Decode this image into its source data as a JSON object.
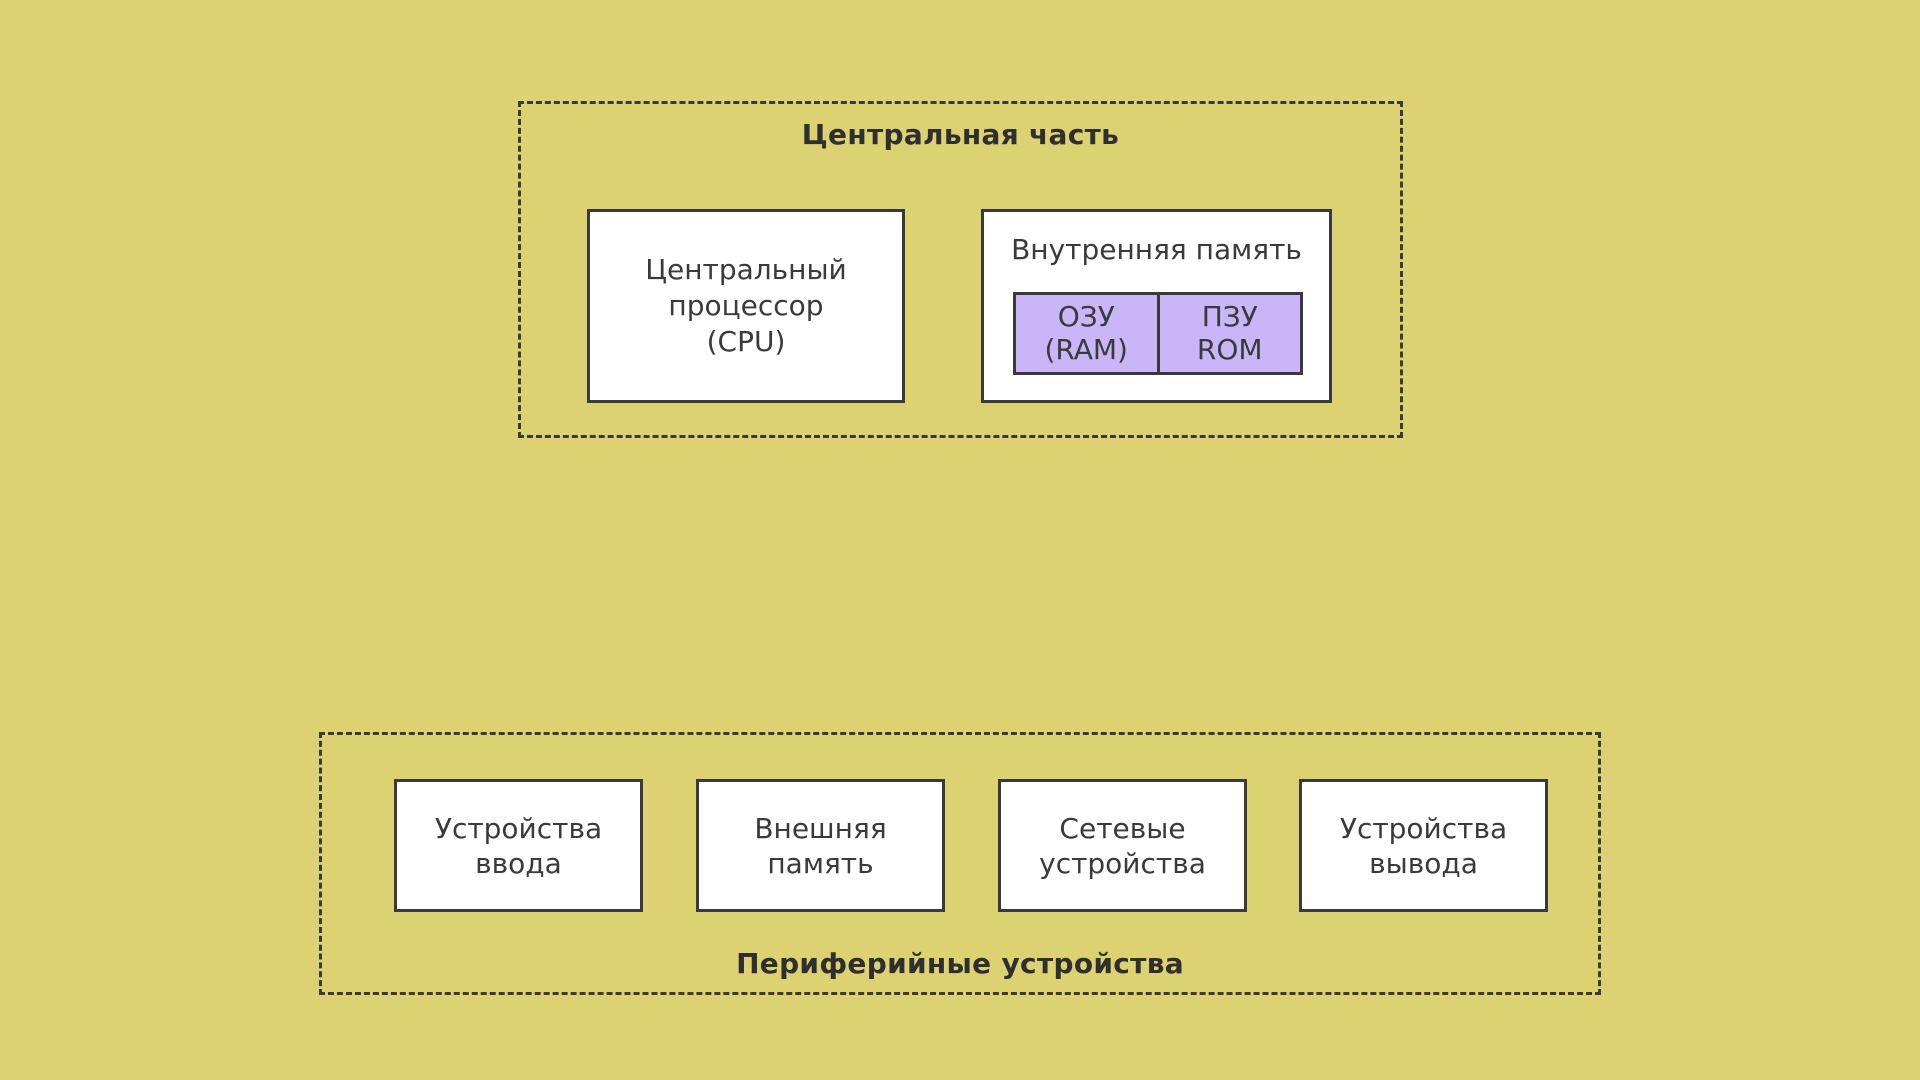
{
  "central": {
    "title": "Центральная часть",
    "cpu": {
      "line1": "Центральный",
      "line2": "процессор",
      "line3": "(CPU)"
    },
    "internal_memory": {
      "label": "Внутренняя память",
      "ram": {
        "line1": "ОЗУ",
        "line2": "(RAM)"
      },
      "rom": {
        "line1": "ПЗУ",
        "line2": "ROM"
      }
    }
  },
  "peripheral": {
    "title": "Периферийные устройства",
    "devices": [
      {
        "line1": "Устройства",
        "line2": "ввода"
      },
      {
        "line1": "Внешняя",
        "line2": "память"
      },
      {
        "line1": "Сетевые",
        "line2": "устройства"
      },
      {
        "line1": "Устройства",
        "line2": "вывода"
      }
    ]
  },
  "colors": {
    "background": "#DDD271",
    "box_fill": "#FFFFFF",
    "memory_fill": "#C8B6F8",
    "stroke": "#3A3A3A"
  }
}
